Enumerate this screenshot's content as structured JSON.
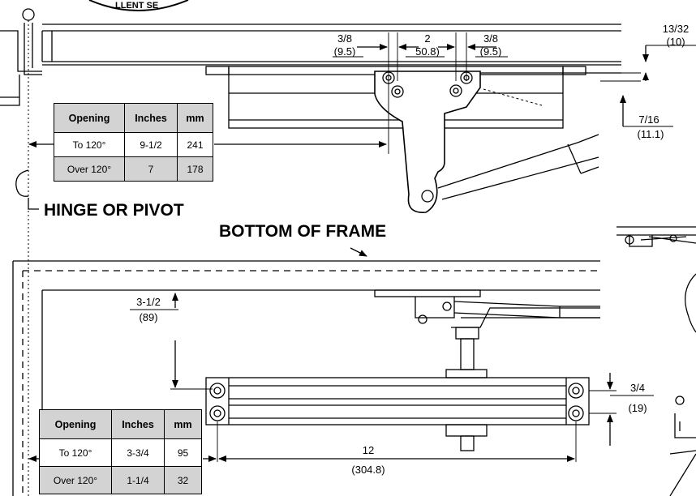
{
  "top_view": {
    "dims": {
      "a": {
        "frac": "3/8",
        "mm": "(9.5)"
      },
      "b": {
        "frac": "2",
        "mm": "50.8)"
      },
      "c": {
        "frac": "3/8",
        "mm": "(9.5)"
      },
      "d": {
        "frac": "13/32",
        "mm": "(10)"
      },
      "e": {
        "frac": "7/16",
        "mm": "(11.1)"
      }
    },
    "table": {
      "headers": [
        "Opening",
        "Inches",
        "mm"
      ],
      "rows": [
        [
          "To 120°",
          "9-1/2",
          "241"
        ],
        [
          "Over 120°",
          "7",
          "178"
        ]
      ]
    },
    "hinge_label": "HINGE OR PIVOT",
    "stamp_text": "LLENT SE"
  },
  "bottom_view": {
    "frame_label": "BOTTOM OF FRAME",
    "dims": {
      "height": {
        "frac": "3-1/2",
        "mm": "(89)"
      },
      "spacing": {
        "frac": "3/4",
        "mm": "(19)"
      },
      "length": {
        "frac": "12",
        "mm": "(304.8)"
      }
    },
    "table": {
      "headers": [
        "Opening",
        "Inches",
        "mm"
      ],
      "rows": [
        [
          "To 120°",
          "3-3/4",
          "95"
        ],
        [
          "Over 120°",
          "1-1/4",
          "32"
        ]
      ]
    }
  }
}
